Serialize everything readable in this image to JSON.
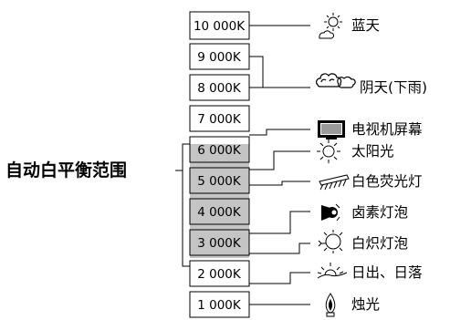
{
  "range_label": "自动白平衡范围",
  "temperatures": [
    {
      "label": "10 000K",
      "in_auto_range": false
    },
    {
      "label": "9 000K",
      "in_auto_range": false
    },
    {
      "label": "8 000K",
      "in_auto_range": false
    },
    {
      "label": "7 000K",
      "in_auto_range": false
    },
    {
      "label": "6 000K",
      "in_auto_range": true
    },
    {
      "label": "5 000K",
      "in_auto_range": true
    },
    {
      "label": "4 000K",
      "in_auto_range": true
    },
    {
      "label": "3 000K",
      "in_auto_range": true
    },
    {
      "label": "2 000K",
      "in_auto_range": false
    },
    {
      "label": "1 000K",
      "in_auto_range": false
    }
  ],
  "light_sources": [
    {
      "name": "蓝天",
      "icon": "sun-behind-cloud-icon"
    },
    {
      "name": "阴天(下雨)",
      "icon": "clouds-icon"
    },
    {
      "name": "电视机屏幕",
      "icon": "tv-icon"
    },
    {
      "name": "太阳光",
      "icon": "sun-icon"
    },
    {
      "name": "白色荧光灯",
      "icon": "fluorescent-lamp-icon"
    },
    {
      "name": "卤素灯泡",
      "icon": "halogen-lamp-icon"
    },
    {
      "name": "白炽灯泡",
      "icon": "light-bulb-icon"
    },
    {
      "name": "日出、日落",
      "icon": "sunrise-icon"
    },
    {
      "name": "烛光",
      "icon": "candle-icon"
    }
  ],
  "colors": {
    "auto_range_fill": "#c4c4c4",
    "cell_fill": "#ffffff",
    "line": "#000000"
  }
}
